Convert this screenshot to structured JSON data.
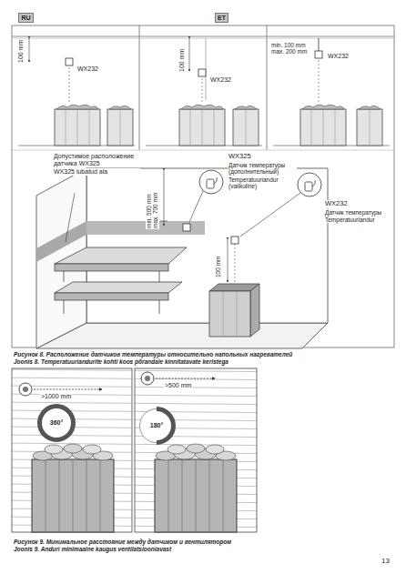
{
  "diagram": {
    "nodes": [
      {
        "text": [
          "RU"
        ]
      },
      {
        "text": [
          "ET"
        ]
      },
      {
        "text": [
          "360°"
        ]
      },
      {
        "text": [
          "180°"
        ]
      }
    ],
    "labels": [
      "100 mm",
      "WX232",
      "100 mm",
      "WX232",
      "min. 100 mm max. 200 mm",
      "WX232",
      "Допустимое расположение датчика WX325",
      "WX325 lubatud ala",
      "min. 500 mm max. 700 mm",
      "WX325",
      "Датчик температуры (дополнительный)",
      "Temperatuuriandur (valikuline)",
      "WX232",
      "Датчик температуры",
      "Temperatuuriandur",
      "100 mm",
      "Рисунок 8. Расположение датчиков температуры относительно напольных нагревателей",
      "Joonis 8. Temperatuuriandurite kohti koos põrandale kinnitatavate keristega",
      ">1000 mm",
      ">500 mm",
      "Рисунок 9. Минимальное расстояние между датчиком и вентилятором",
      "Joonis 9. Anduri minimaalne kaugus ventilatsiooniavast",
      "13"
    ]
  }
}
